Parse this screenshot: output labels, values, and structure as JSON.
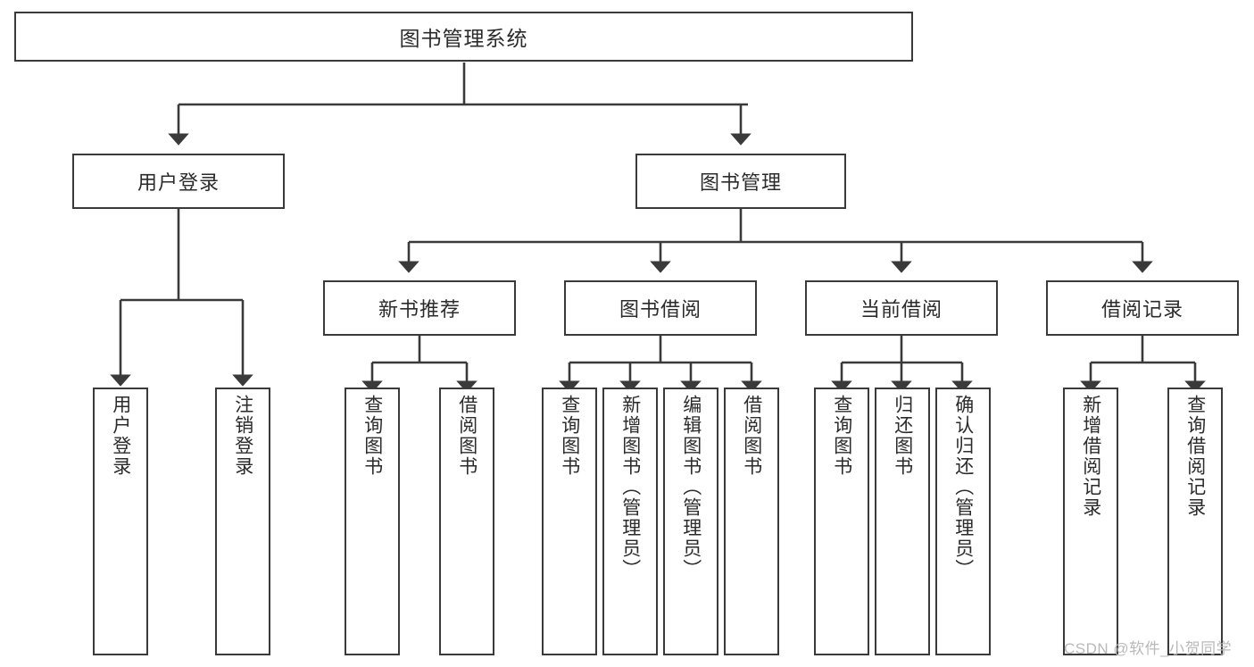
{
  "diagram": {
    "title": "图书管理系统",
    "type": "tree-hierarchy-chart",
    "stroke_color": "#3a3a3a",
    "background_color": "#ffffff",
    "root": {
      "label": "图书管理系统",
      "id": "root"
    },
    "level2": [
      {
        "id": "user-login",
        "label": "用户登录"
      },
      {
        "id": "book-manage",
        "label": "图书管理"
      }
    ],
    "level3": [
      {
        "id": "new-book-recommend",
        "label": "新书推荐",
        "parent": "book-manage"
      },
      {
        "id": "book-borrow",
        "label": "图书借阅",
        "parent": "book-manage"
      },
      {
        "id": "current-borrow",
        "label": "当前借阅",
        "parent": "book-manage"
      },
      {
        "id": "borrow-record",
        "label": "借阅记录",
        "parent": "book-manage"
      }
    ],
    "leaves": [
      {
        "id": "leaf-user-login",
        "label": "用户登录",
        "parent": "user-login"
      },
      {
        "id": "leaf-logout-login",
        "label": "注销登录",
        "parent": "user-login"
      },
      {
        "id": "leaf-query-book-1",
        "label": "查询图书",
        "parent": "new-book-recommend"
      },
      {
        "id": "leaf-borrow-book-1",
        "label": "借阅图书",
        "parent": "new-book-recommend"
      },
      {
        "id": "leaf-query-book-2",
        "label": "查询图书",
        "parent": "book-borrow"
      },
      {
        "id": "leaf-add-book",
        "label": "新增图书（管理员）",
        "parent": "book-borrow"
      },
      {
        "id": "leaf-edit-book",
        "label": "编辑图书（管理员）",
        "parent": "book-borrow"
      },
      {
        "id": "leaf-borrow-book-2",
        "label": "借阅图书",
        "parent": "book-borrow"
      },
      {
        "id": "leaf-query-book-3",
        "label": "查询图书",
        "parent": "current-borrow"
      },
      {
        "id": "leaf-return-book",
        "label": "归还图书",
        "parent": "current-borrow"
      },
      {
        "id": "leaf-confirm-return",
        "label": "确认归还（管理员）",
        "parent": "current-borrow"
      },
      {
        "id": "leaf-add-record",
        "label": "新增借阅记录",
        "parent": "borrow-record"
      },
      {
        "id": "leaf-query-record",
        "label": "查询借阅记录",
        "parent": "borrow-record"
      }
    ]
  },
  "watermark": {
    "text": "CSDN @软件_小贺同学"
  }
}
